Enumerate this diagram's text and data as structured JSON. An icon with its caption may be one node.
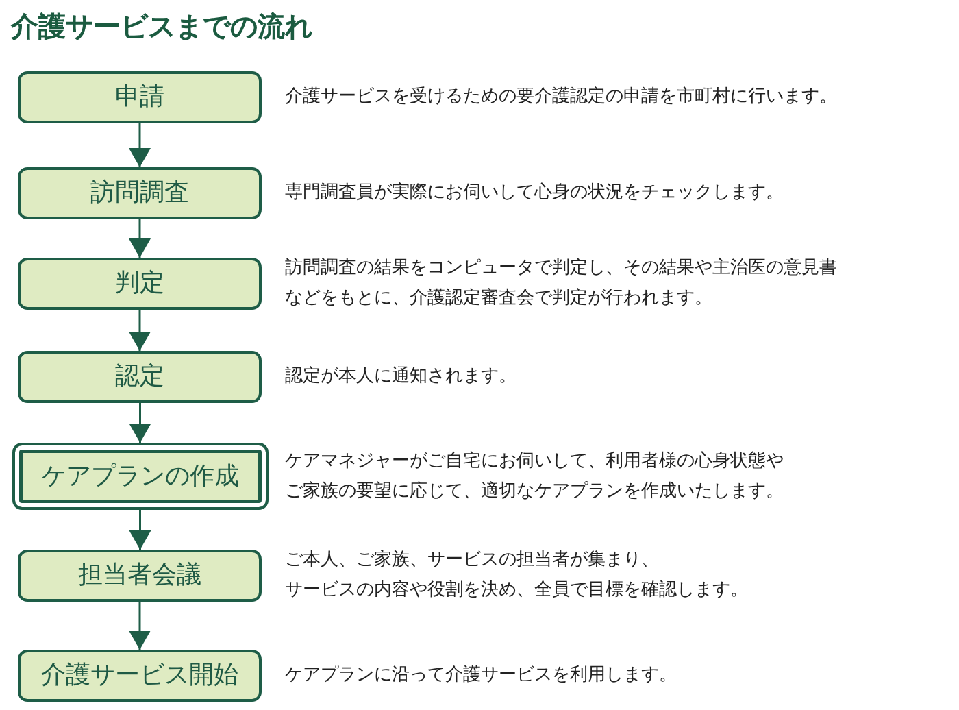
{
  "diagram": {
    "title": "介護サービスまでの流れ",
    "nodes": [
      {
        "text": [
          "申請"
        ],
        "beside": [
          "介護サービスを受けるための要介護認定の申請を市町村に行います。"
        ]
      },
      {
        "text": [
          "訪問調査"
        ],
        "beside": [
          "専門調査員が実際にお伺いして心身の状況をチェックします。"
        ]
      },
      {
        "text": [
          "判定"
        ],
        "beside": [
          "訪問調査の結果をコンピュータで判定し、その結果や主治医の意見書などをもとに、介護認定審査会で判定が行われます。"
        ]
      },
      {
        "text": [
          "認定"
        ],
        "beside": [
          "認定が本人に通知されます。"
        ]
      },
      {
        "text": [
          "ケアプランの作成"
        ],
        "beside": [
          "ケアマネジャーがご自宅にお伺いして、利用者様の心身状態やご家族の要望に応じて、適切なケアプランを作成いたします。"
        ]
      },
      {
        "text": [
          "担当者会議"
        ],
        "beside": [
          "ご本人、ご家族、サービスの担当者が集まり、サービスの内容や役割を決め、全員で目標を確認します。"
        ]
      },
      {
        "text": [
          "介護サービス開始"
        ],
        "beside": [
          "ケアプランに沿って介護サービスを利用します。"
        ]
      }
    ],
    "edges": [
      {
        "from": 0,
        "to": 1,
        "arrow": "to"
      },
      {
        "from": 1,
        "to": 2,
        "arrow": "to"
      },
      {
        "from": 2,
        "to": 3,
        "arrow": "to"
      },
      {
        "from": 3,
        "to": 4,
        "arrow": "to"
      },
      {
        "from": 4,
        "to": 5,
        "arrow": "to"
      },
      {
        "from": 5,
        "to": 6,
        "arrow": "to"
      }
    ]
  }
}
